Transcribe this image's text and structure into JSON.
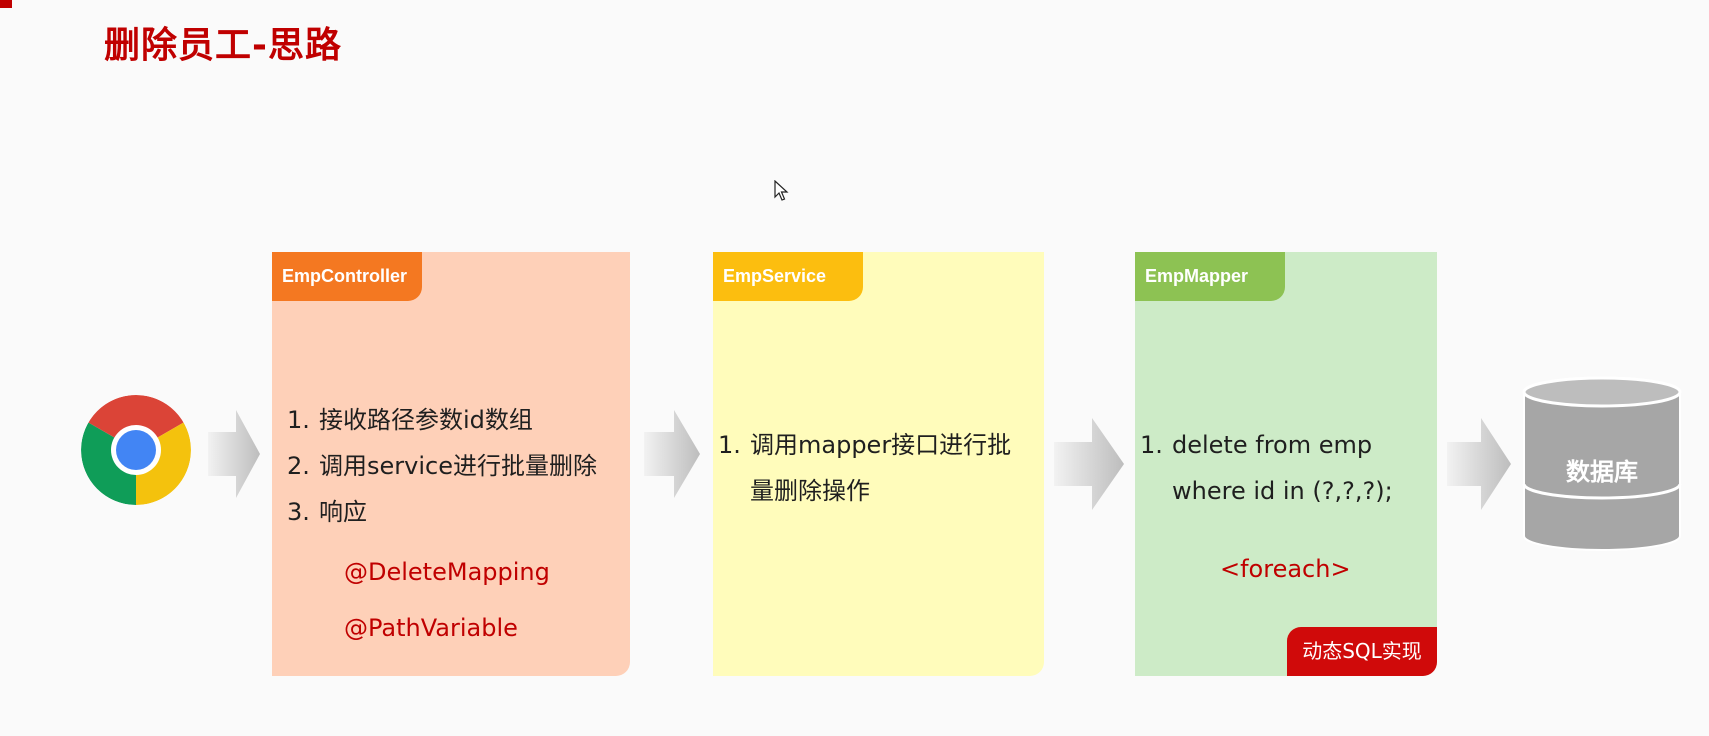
{
  "title": "删除员工-思路",
  "panels": {
    "controller": {
      "name": "EmpController",
      "steps": [
        {
          "num": "1.",
          "text": "接收路径参数id数组"
        },
        {
          "num": "2.",
          "text": "调用service进行批量删除"
        },
        {
          "num": "3.",
          "text": "响应"
        }
      ],
      "annotations": [
        "@DeleteMapping",
        "@PathVariable"
      ]
    },
    "service": {
      "name": "EmpService",
      "steps": [
        {
          "num": "1.",
          "line1": "调用mapper接口进行批",
          "line2": "量删除操作"
        }
      ]
    },
    "mapper": {
      "name": "EmpMapper",
      "steps": [
        {
          "num": "1.",
          "line1": "delete from emp",
          "line2": "where id in (?,?,?);"
        }
      ],
      "annotation": "<foreach>",
      "badge": "动态SQL实现"
    }
  },
  "database": {
    "label": "数据库"
  },
  "icons": {
    "browser": "chrome-browser-icon",
    "database": "database-icon",
    "arrow": "arrow-right-icon",
    "cursor": "mouse-cursor-icon"
  },
  "colors": {
    "title": "#c00000",
    "controller_tab": "#f47821",
    "controller_bg": "#fed0b8",
    "service_tab": "#fcbe0f",
    "service_bg": "#fffcbb",
    "mapper_tab": "#8dc253",
    "mapper_bg": "#cdebc7",
    "badge": "#d00a0a",
    "annotation": "#c00000"
  }
}
